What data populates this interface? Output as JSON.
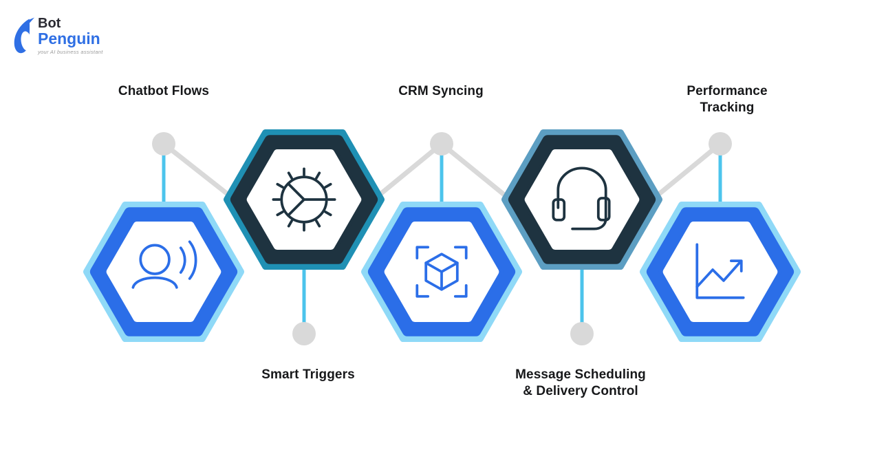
{
  "logo": {
    "brand_line1": "Bot",
    "brand_line2": "Penguin",
    "tagline": "your AI business assistant"
  },
  "colors": {
    "hex_blue": "#2b6ee8",
    "hex_light_blue": "#8fd9f7",
    "hex_dark_navy": "#1e3340",
    "hex_teal": "#1f90b4",
    "hex_steel": "#5c9ec2",
    "hex_inner": "#ffffff",
    "icon_blue": "#2b6ee8",
    "icon_dark": "#1e3340",
    "connector_gray": "#d9d9d9",
    "connector_cyan": "#4cc4ec",
    "dot_gray": "#d9d9d9",
    "brand_dark": "#2b2b33",
    "brand_blue": "#2f6fe4",
    "tagline_gray": "#9b9b9b",
    "label_text": "#17181a",
    "background": "#ffffff"
  },
  "nodes": [
    {
      "id": "chatbot-flows",
      "label": "Chatbot Flows",
      "lines": [
        "Chatbot Flows"
      ],
      "icon": "voice-user-icon",
      "style": "blue",
      "label_position": "top"
    },
    {
      "id": "smart-triggers",
      "label": "Smart Triggers",
      "lines": [
        "Smart Triggers"
      ],
      "icon": "automation-wheel-icon",
      "style": "dark-teal",
      "label_position": "bottom"
    },
    {
      "id": "crm-syncing",
      "label": "CRM Syncing",
      "lines": [
        "CRM Syncing"
      ],
      "icon": "cube-scan-icon",
      "style": "blue",
      "label_position": "top"
    },
    {
      "id": "message-scheduling",
      "label": "Message Scheduling & Delivery Control",
      "lines": [
        "Message Scheduling",
        "& Delivery Control"
      ],
      "icon": "headset-icon",
      "style": "dark-steel",
      "label_position": "bottom"
    },
    {
      "id": "performance-tracking",
      "label": "Performance Tracking",
      "lines": [
        "Performance",
        "Tracking"
      ],
      "icon": "line-chart-icon",
      "style": "blue",
      "label_position": "top"
    }
  ]
}
